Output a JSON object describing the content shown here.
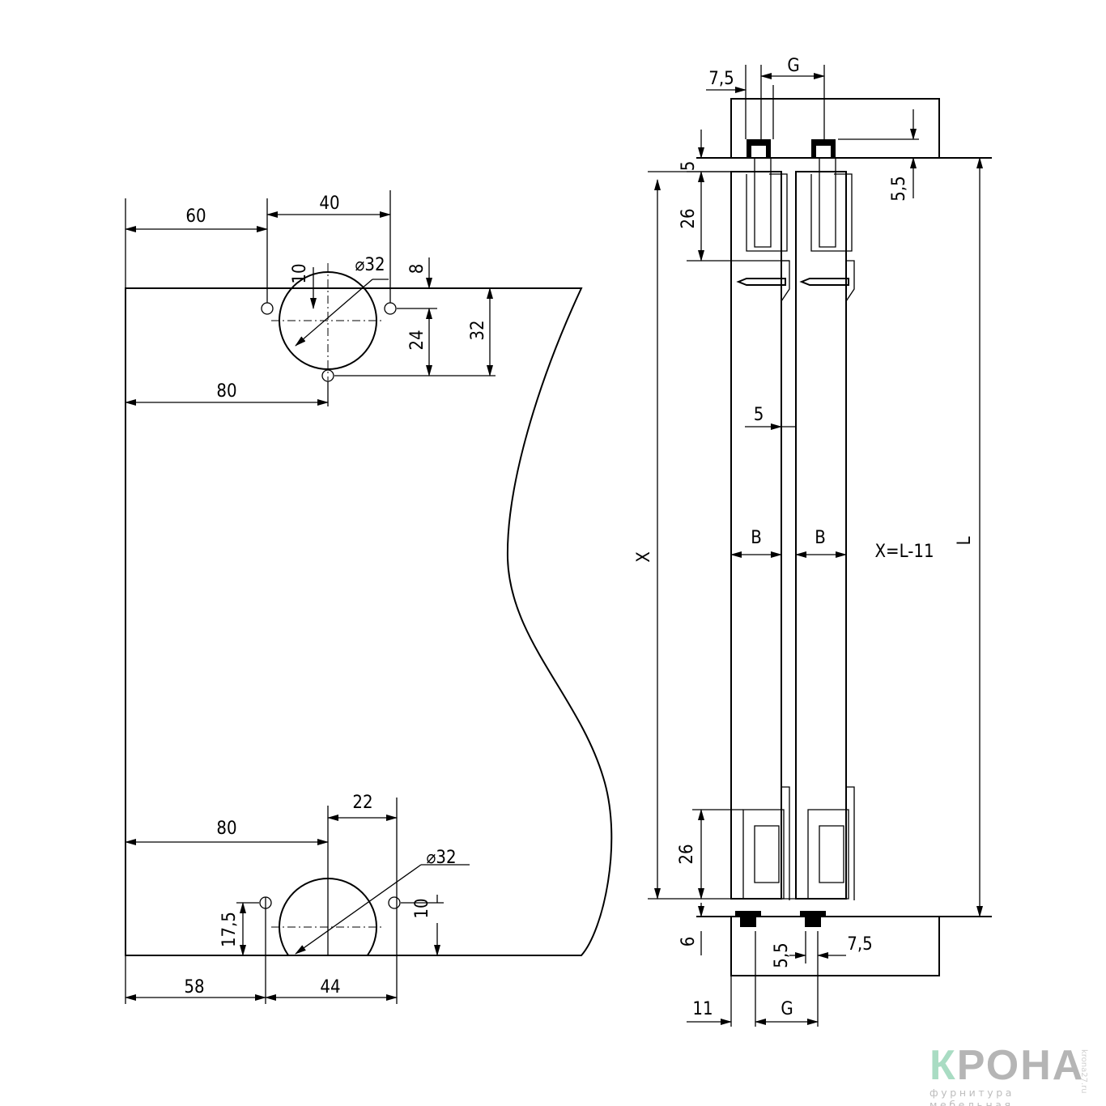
{
  "drawing": {
    "left_panel": {
      "top": {
        "dim_60": "60",
        "dim_40": "40",
        "dim_10": "10",
        "dim_diameter": "⌀32",
        "dim_8": "8",
        "dim_24": "24",
        "dim_32": "32",
        "dim_80": "80"
      },
      "bottom": {
        "dim_80": "80",
        "dim_22": "22",
        "dim_diameter": "⌀32",
        "dim_10": "10",
        "dim_17_5": "17,5",
        "dim_58": "58",
        "dim_44": "44"
      }
    },
    "right_section": {
      "top_7_5": "7,5",
      "top_g": "G",
      "top_5": "5",
      "top_26": "26",
      "top_5_5": "5,5",
      "gap_5": "5",
      "dim_x": "X",
      "door_b_left": "B",
      "door_b_right": "B",
      "formula": "X=L-11",
      "dim_l": "L",
      "bottom_26": "26",
      "bottom_6": "6",
      "bottom_5_5": "5,5",
      "bottom_7_5": "7,5",
      "bottom_11": "11",
      "bottom_g": "G"
    }
  },
  "logo": {
    "brand_first": "К",
    "brand_rest": "РОНА",
    "tagline": "фурнитура мебельная",
    "site": "krona27.ru",
    "colors": {
      "accent": "#a9dcc3",
      "gray": "#b5b5b5"
    }
  }
}
